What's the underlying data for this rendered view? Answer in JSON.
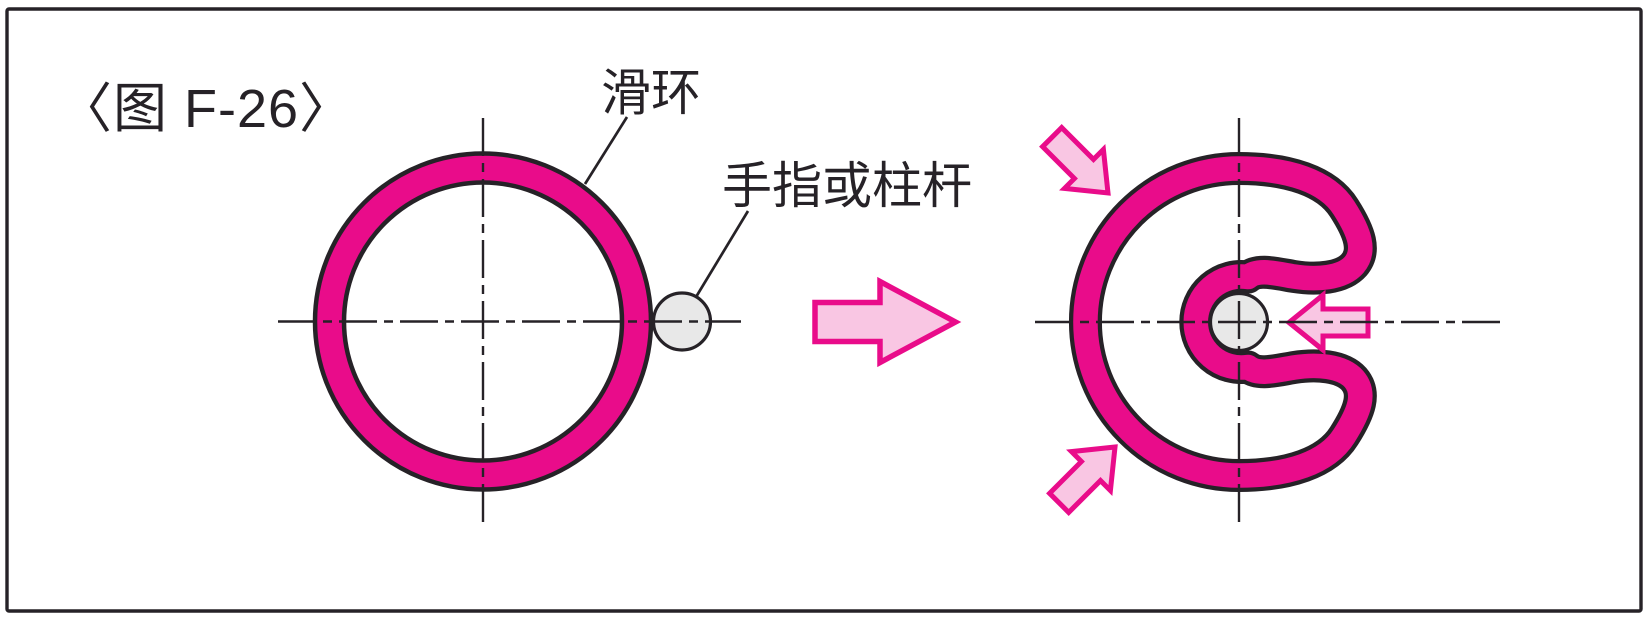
{
  "figure": {
    "title": "〈图 F-26〉",
    "before": {
      "ring_label": "滑环",
      "finger_label": "手指或柱杆"
    },
    "icons": {
      "transform_arrow": "➡",
      "press_arrow_down_right": "⬊",
      "press_arrow_up_right": "⬈",
      "press_arrow_left": "⬅"
    },
    "colors": {
      "deep_pink": "#e90c8a",
      "light_pink": "#f9c6e3",
      "line_black": "#262227",
      "gray_fill": "#e8e8e8",
      "background": "#ffffff"
    }
  }
}
